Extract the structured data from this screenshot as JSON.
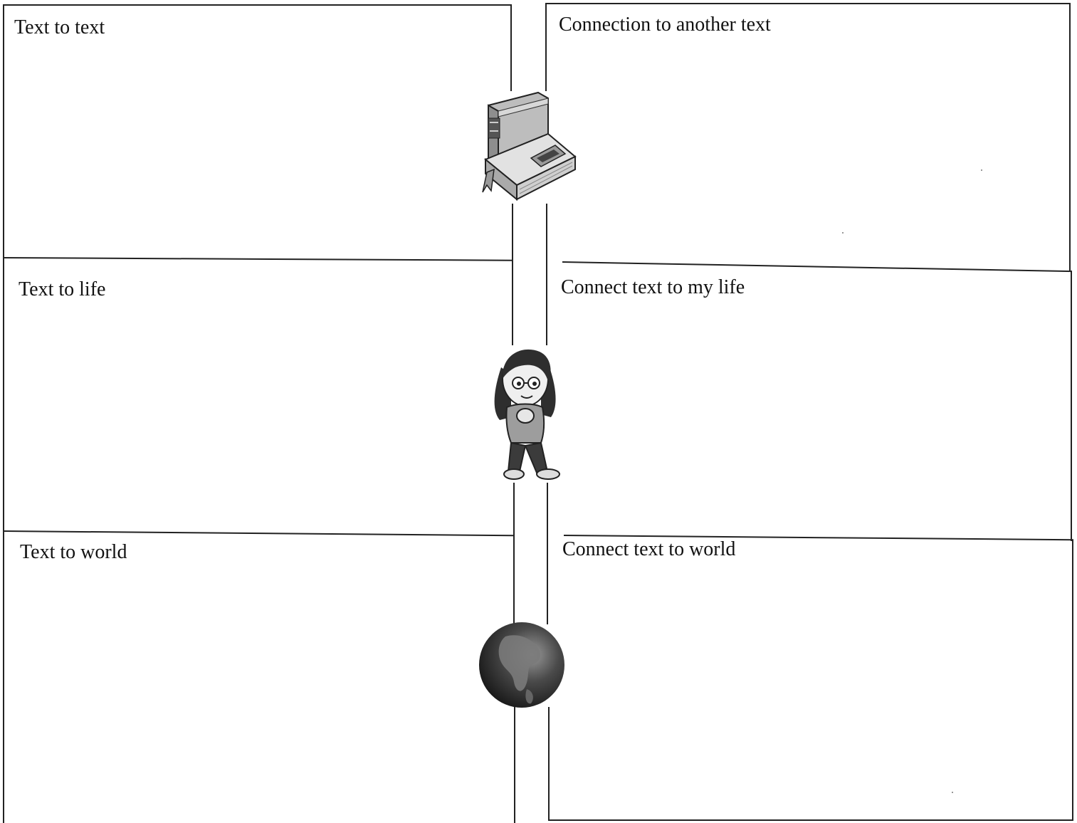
{
  "left_column": {
    "labels": [
      "Text to text",
      "Text to life",
      "Text to world"
    ]
  },
  "right_column": {
    "labels": [
      "Connection to another text",
      "Connect text to my life",
      "Connect text to world"
    ]
  },
  "icons": [
    "books-icon",
    "girl-reading-icon",
    "globe-icon"
  ]
}
